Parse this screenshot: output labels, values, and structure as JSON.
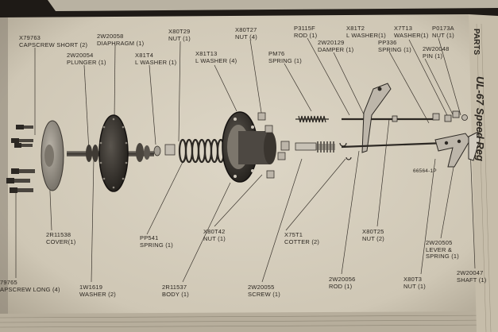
{
  "header": {
    "section": "PARTS",
    "title": "UL-67 Speed Reg"
  },
  "parts": [
    {
      "id": "capscrew-short",
      "number": "X79763",
      "name": "CAPSCREW SHORT (2)"
    },
    {
      "id": "plunger",
      "number": "2W20054",
      "name": "PLUNGER (1)"
    },
    {
      "id": "diaphragm",
      "number": "2W20058",
      "name": "DIAPHRAGM (1)"
    },
    {
      "id": "nut-x80t29",
      "number": "X80T29",
      "name": "NUT (1)"
    },
    {
      "id": "lwasher-x81t4",
      "number": "X81T4",
      "name": "L WASHER (1)"
    },
    {
      "id": "lwasher-x81t13",
      "number": "X81T13",
      "name": "L WASHER (4)"
    },
    {
      "id": "nut-x80t27",
      "number": "X80T27",
      "name": "NUT (4)"
    },
    {
      "id": "spring-pm76",
      "number": "PM76",
      "name": "SPRING (1)"
    },
    {
      "id": "rod-p3115f",
      "number": "P3115F",
      "name": "ROD (1)"
    },
    {
      "id": "damper",
      "number": "2W20129",
      "name": "DAMPER (1)"
    },
    {
      "id": "lwasher-x81t2",
      "number": "X81T2",
      "name": "L WASHER(1)"
    },
    {
      "id": "spring-pp336",
      "number": "PP336",
      "name": "SPRING (1)"
    },
    {
      "id": "washer-x7t13",
      "number": "X7T13",
      "name": "WASHER(1)"
    },
    {
      "id": "pin-2w20048",
      "number": "2W20048",
      "name": "PIN (1)"
    },
    {
      "id": "p0173a",
      "number": "P0173A",
      "name": "NUT (1)"
    },
    {
      "id": "cover",
      "number": "2R11538",
      "name": "COVER(1)"
    },
    {
      "id": "capscrew-long",
      "number": "79765",
      "name": "APSCREW LONG (4)"
    },
    {
      "id": "washer-1w1619",
      "number": "1W1619",
      "name": "WASHER (2)"
    },
    {
      "id": "spring-pp541",
      "number": "PP541",
      "name": "SPRING (1)"
    },
    {
      "id": "body",
      "number": "2R11537",
      "name": "BODY (1)"
    },
    {
      "id": "nut-x80t42",
      "number": "X80T42",
      "name": "NUT (1)"
    },
    {
      "id": "cotter",
      "number": "X75T1",
      "name": "COTTER (2)"
    },
    {
      "id": "screw",
      "number": "2W20055",
      "name": "SCREW (1)"
    },
    {
      "id": "rod-2w20056",
      "number": "2W20056",
      "name": "ROD (1)"
    },
    {
      "id": "nut-x80t25",
      "number": "X80T25",
      "name": "NUT (2)"
    },
    {
      "id": "nut-x80t3",
      "number": "X80T3",
      "name": "NUT (1)"
    },
    {
      "id": "lever-spring",
      "number": "2W20505",
      "name": "LEVER &",
      "name2": "SPRING (1)"
    },
    {
      "id": "shaft",
      "number": "2W20047",
      "name": "SHAFT (1)"
    }
  ],
  "figure_id": "66564-1P",
  "colors": {
    "paper": "#d9d2c2",
    "ink": "#2b2620",
    "shadow": "#1e1a16"
  }
}
